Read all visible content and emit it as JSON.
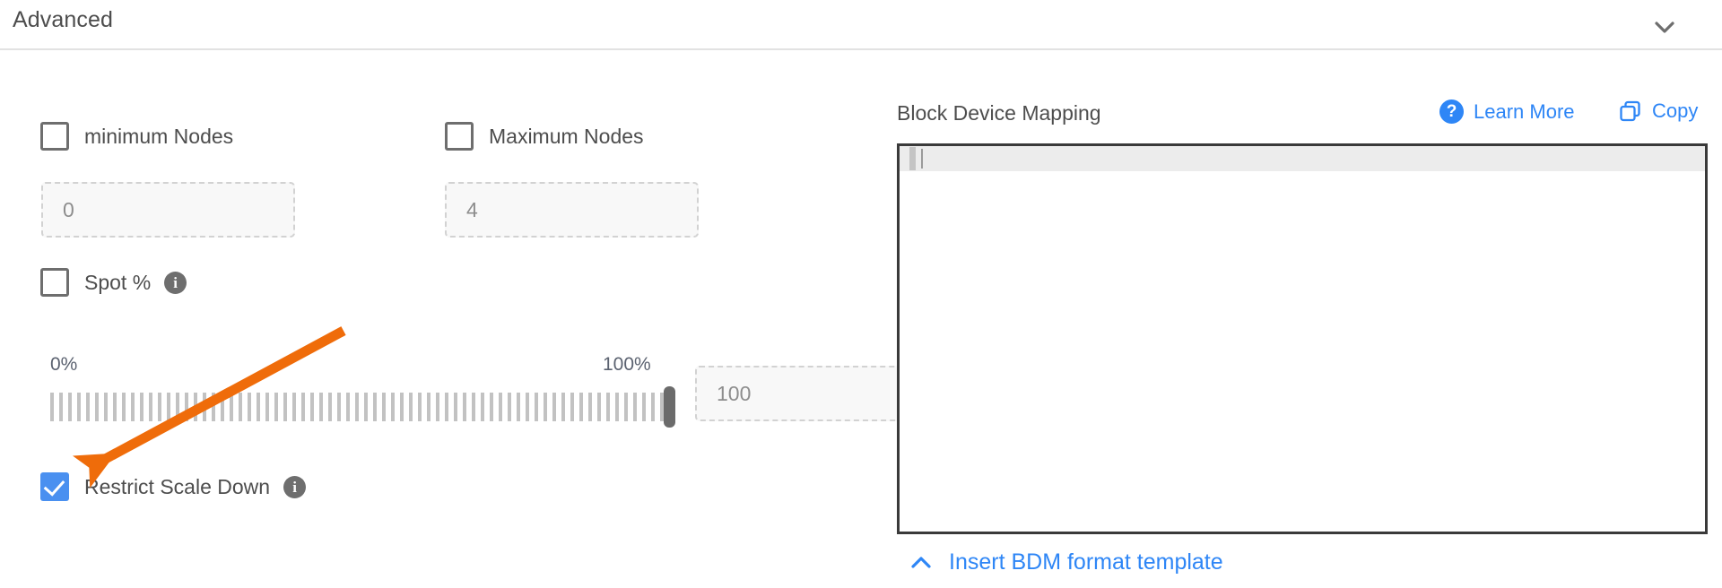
{
  "section": {
    "title": "Advanced",
    "collapse_icon": "chevron-down-icon"
  },
  "left_panel": {
    "min_nodes": {
      "label": "minimum Nodes",
      "checked": false,
      "value": "0"
    },
    "max_nodes": {
      "label": "Maximum Nodes",
      "checked": false,
      "value": "4"
    },
    "spot_percent": {
      "label": "Spot %",
      "checked": false,
      "info_icon": "info-icon"
    },
    "slider": {
      "min_label": "0%",
      "max_label": "100%",
      "value": "100",
      "value_field": "100"
    },
    "restrict_scale_down": {
      "label": "Restrict Scale Down",
      "checked": true,
      "info_icon": "info-icon"
    }
  },
  "right_panel": {
    "title": "Block Device Mapping",
    "learn_more": {
      "label": "Learn More",
      "icon": "question-circle-icon"
    },
    "copy": {
      "label": "Copy",
      "icon": "copy-icon"
    },
    "editor": {
      "content": ""
    },
    "insert_template": {
      "label": "Insert BDM format template",
      "icon": "chevron-up-icon"
    }
  },
  "annotation": {
    "type": "arrow",
    "color": "#ef6c0a",
    "points_to": "restrict-scale-down-checkbox"
  },
  "colors": {
    "link_blue": "#2e86f6",
    "checkbox_checked": "#4a90f0",
    "annotation_orange": "#ef6c0a",
    "border_gray": "#6e6e6e",
    "text_gray": "#4d4d4d"
  }
}
